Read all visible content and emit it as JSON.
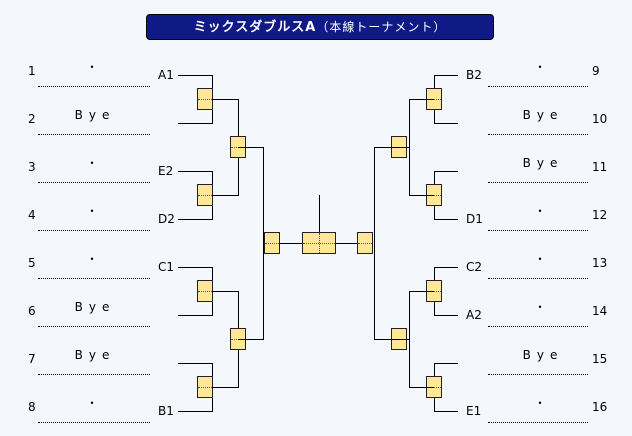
{
  "title": {
    "main": "ミックスダブルスA",
    "sub": "（本線トーナメント）"
  },
  "left": [
    {
      "no": "1",
      "entry": "・",
      "seed": "A1"
    },
    {
      "no": "2",
      "entry": "Bye",
      "seed": ""
    },
    {
      "no": "3",
      "entry": "・",
      "seed": "E2"
    },
    {
      "no": "4",
      "entry": "・",
      "seed": "D2"
    },
    {
      "no": "5",
      "entry": "・",
      "seed": "C1"
    },
    {
      "no": "6",
      "entry": "Bye",
      "seed": ""
    },
    {
      "no": "7",
      "entry": "Bye",
      "seed": ""
    },
    {
      "no": "8",
      "entry": "・",
      "seed": "B1"
    }
  ],
  "right": [
    {
      "no": "9",
      "entry": "・",
      "seed": "B2"
    },
    {
      "no": "10",
      "entry": "Bye",
      "seed": ""
    },
    {
      "no": "11",
      "entry": "Bye",
      "seed": ""
    },
    {
      "no": "12",
      "entry": "・",
      "seed": "D1"
    },
    {
      "no": "13",
      "entry": "・",
      "seed": "C2"
    },
    {
      "no": "14",
      "entry": "・",
      "seed": "A2"
    },
    {
      "no": "15",
      "entry": "Bye",
      "seed": ""
    },
    {
      "no": "16",
      "entry": "・",
      "seed": "E1"
    }
  ],
  "colors": {
    "title_bg": "#0f1a86",
    "box_fill": "#ffe699",
    "page_bg": "#f4f8fc"
  }
}
